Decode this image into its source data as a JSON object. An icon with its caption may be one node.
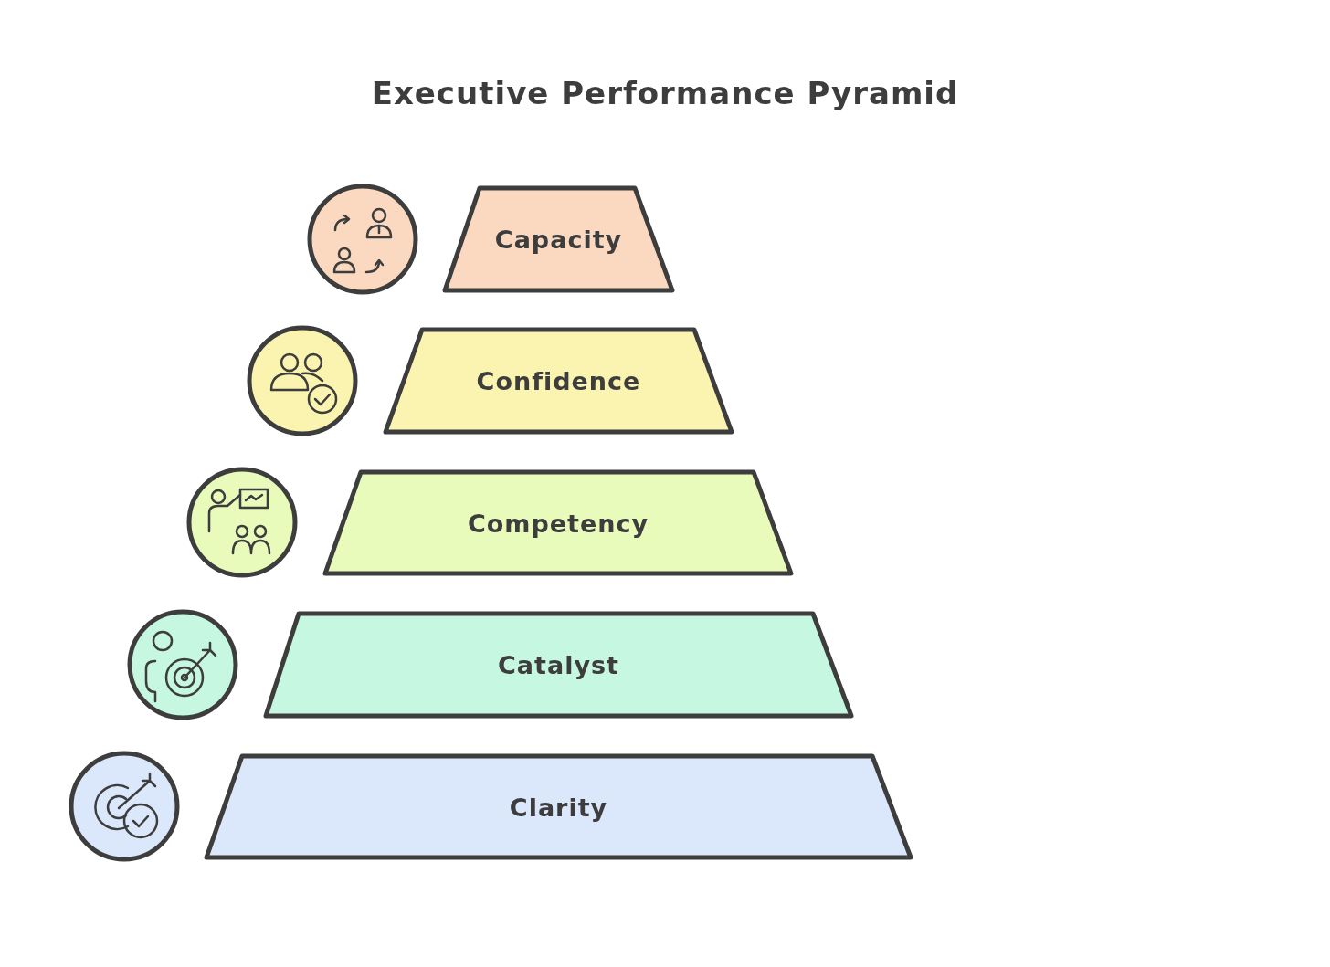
{
  "diagram": {
    "title": "Executive Performance Pyramid",
    "nodes": [
      {
        "text": [
          "Capacity"
        ]
      },
      {
        "text": [
          "Confidence"
        ]
      },
      {
        "text": [
          "Competency"
        ]
      },
      {
        "text": [
          "Catalyst"
        ]
      },
      {
        "text": [
          "Clarity"
        ]
      }
    ]
  }
}
